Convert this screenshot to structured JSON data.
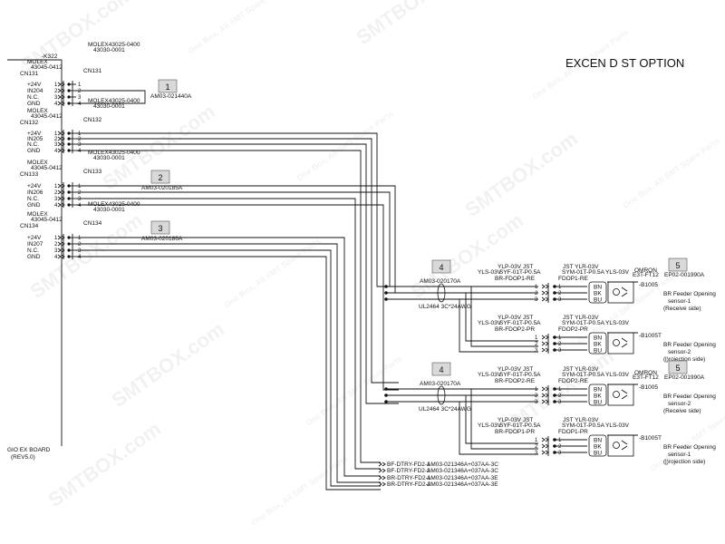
{
  "diagram": {
    "title": "EXCEN D ST OPTION",
    "board": {
      "line1": "GIO EX BOARD",
      "line2": "(REV5.0)",
      "ref": "-K322"
    },
    "connectors": [
      {
        "header": "MOLEX",
        "header_pn": "43045-0412",
        "cn": "CN131",
        "plug_line1": "MOLEX43025-0400",
        "plug_line2": "43030-0001",
        "signals": [
          "+24V",
          "IN204",
          "N.C.",
          "GND"
        ],
        "pins": [
          "1",
          "2",
          "3",
          "4"
        ],
        "tag": "1",
        "part": "AM03-021440A"
      },
      {
        "header": "MOLEX",
        "header_pn": "43045-0412",
        "cn": "CN132",
        "plug_line1": "MOLEX43025-0400",
        "plug_line2": "43030-0001",
        "signals": [
          "+24V",
          "IN205",
          "N.C.",
          "GND"
        ],
        "pins": [
          "1",
          "2",
          "3",
          "4"
        ]
      },
      {
        "header": "MOLEX",
        "header_pn": "43045-0412",
        "cn": "CN133",
        "plug_line1": "MOLEX43025-0400",
        "plug_line2": "43030-0001",
        "signals": [
          "+24V",
          "IN206",
          "N.C.",
          "GND"
        ],
        "pins": [
          "1",
          "2",
          "3",
          "4"
        ],
        "tag": "2",
        "part": "AM03-020185A"
      },
      {
        "header": "MOLEX",
        "header_pn": "43045-0412",
        "cn": "CN134",
        "plug_line1": "MOLEX43025-0400",
        "plug_line2": "43030-0001",
        "signals": [
          "+24V",
          "IN207",
          "N.C.",
          "GND"
        ],
        "pins": [
          "1",
          "2",
          "3",
          "4"
        ],
        "tag": "3",
        "part": "AM03-020186A"
      }
    ],
    "cables": [
      {
        "tag": "4",
        "part": "AM03-020170A",
        "spec": "UL2464 3C*24AWG"
      },
      {
        "tag": "4",
        "part": "AM03-020170A",
        "spec": "UL2464 3C*24AWG"
      }
    ],
    "sensor_connectors": [
      {
        "left1": "YLP-03V JST",
        "left2": "YLS-03V",
        "left3": "SYF-01T-P0.5A",
        "name": "BR-FDOP1-RE",
        "right1": "JST  YLR-03V",
        "right2": "SYM-01T-P0.5A",
        "right3": "YLS-03V",
        "rname": "FDOP1-RE"
      },
      {
        "left1": "YLP-03V JST",
        "left2": "YLS-03V",
        "left3": "SYF-01T-P0.5A",
        "name": "BR-FDOP2-PR",
        "right1": "JST  YLR-03V",
        "right2": "SYM-01T-P0.5A",
        "right3": "YLS-03V",
        "rname": "FDOP2-PR"
      },
      {
        "left1": "YLP-03V JST",
        "left2": "YLS-03V",
        "left3": "SYF-01T-P0.5A",
        "name": "BR-FDOP2-RE",
        "right1": "JST  YLR-03V",
        "right2": "SYM-01T-P0.5A",
        "right3": "YLS-03V",
        "rname": "FDOP2-RE"
      },
      {
        "left1": "YLP-03V JST",
        "left2": "YLS-03V",
        "left3": "SYF-01T-P0.5A",
        "name": "BR-FDOP1-PR",
        "right1": "JST  YLR-03V",
        "right2": "SYM-01T-P0.5A",
        "right3": "YLS-03V",
        "rname": "FDOP1-PR"
      }
    ],
    "sensors": [
      {
        "ref": "-B1005",
        "brand": "OMRON",
        "model": "E3T-FT12",
        "tag": "5",
        "part": "EP02-001990A",
        "desc1": "BR Feeder Opening",
        "desc2": "sensor-1",
        "desc3": "(Receive side)"
      },
      {
        "ref": "-B1005T",
        "desc1": "BR Feeder Opening",
        "desc2": "sensor-2",
        "desc3": "(ɭ)rojection side)"
      },
      {
        "ref": "-B1005",
        "brand": "OMRON",
        "model": "E3T-FT12",
        "tag": "5",
        "part": "EP02-001990A",
        "desc1": "BR Feeder Opening",
        "desc2": "sensor-2",
        "desc3": "(Receive side)"
      },
      {
        "ref": "-B1005T",
        "desc1": "BR Feeder Opening",
        "desc2": "sensor-1",
        "desc3": "(ɭ)rojection side)"
      }
    ],
    "wire_colors": [
      "BN",
      "BK",
      "BU"
    ],
    "sensor_pins": [
      "1",
      "2",
      "3"
    ],
    "outputs": [
      {
        "name": "BF-DTRY-FD2-1",
        "part": "AM03-021346A+037AA-3C"
      },
      {
        "name": "BF-DTRY-FD2-2",
        "part": "AM03-021346A+037AA-3C"
      },
      {
        "name": "BR-DTRY-FD2-1",
        "part": "AM03-021346A+037AA-3E"
      },
      {
        "name": "BR-DTRY-FD2-2",
        "part": "AM03-021346A+037AA-3E"
      }
    ],
    "watermark": {
      "brand": "SMTBOX.com",
      "slogan": "One Box, All SMT Spare Parts"
    }
  }
}
